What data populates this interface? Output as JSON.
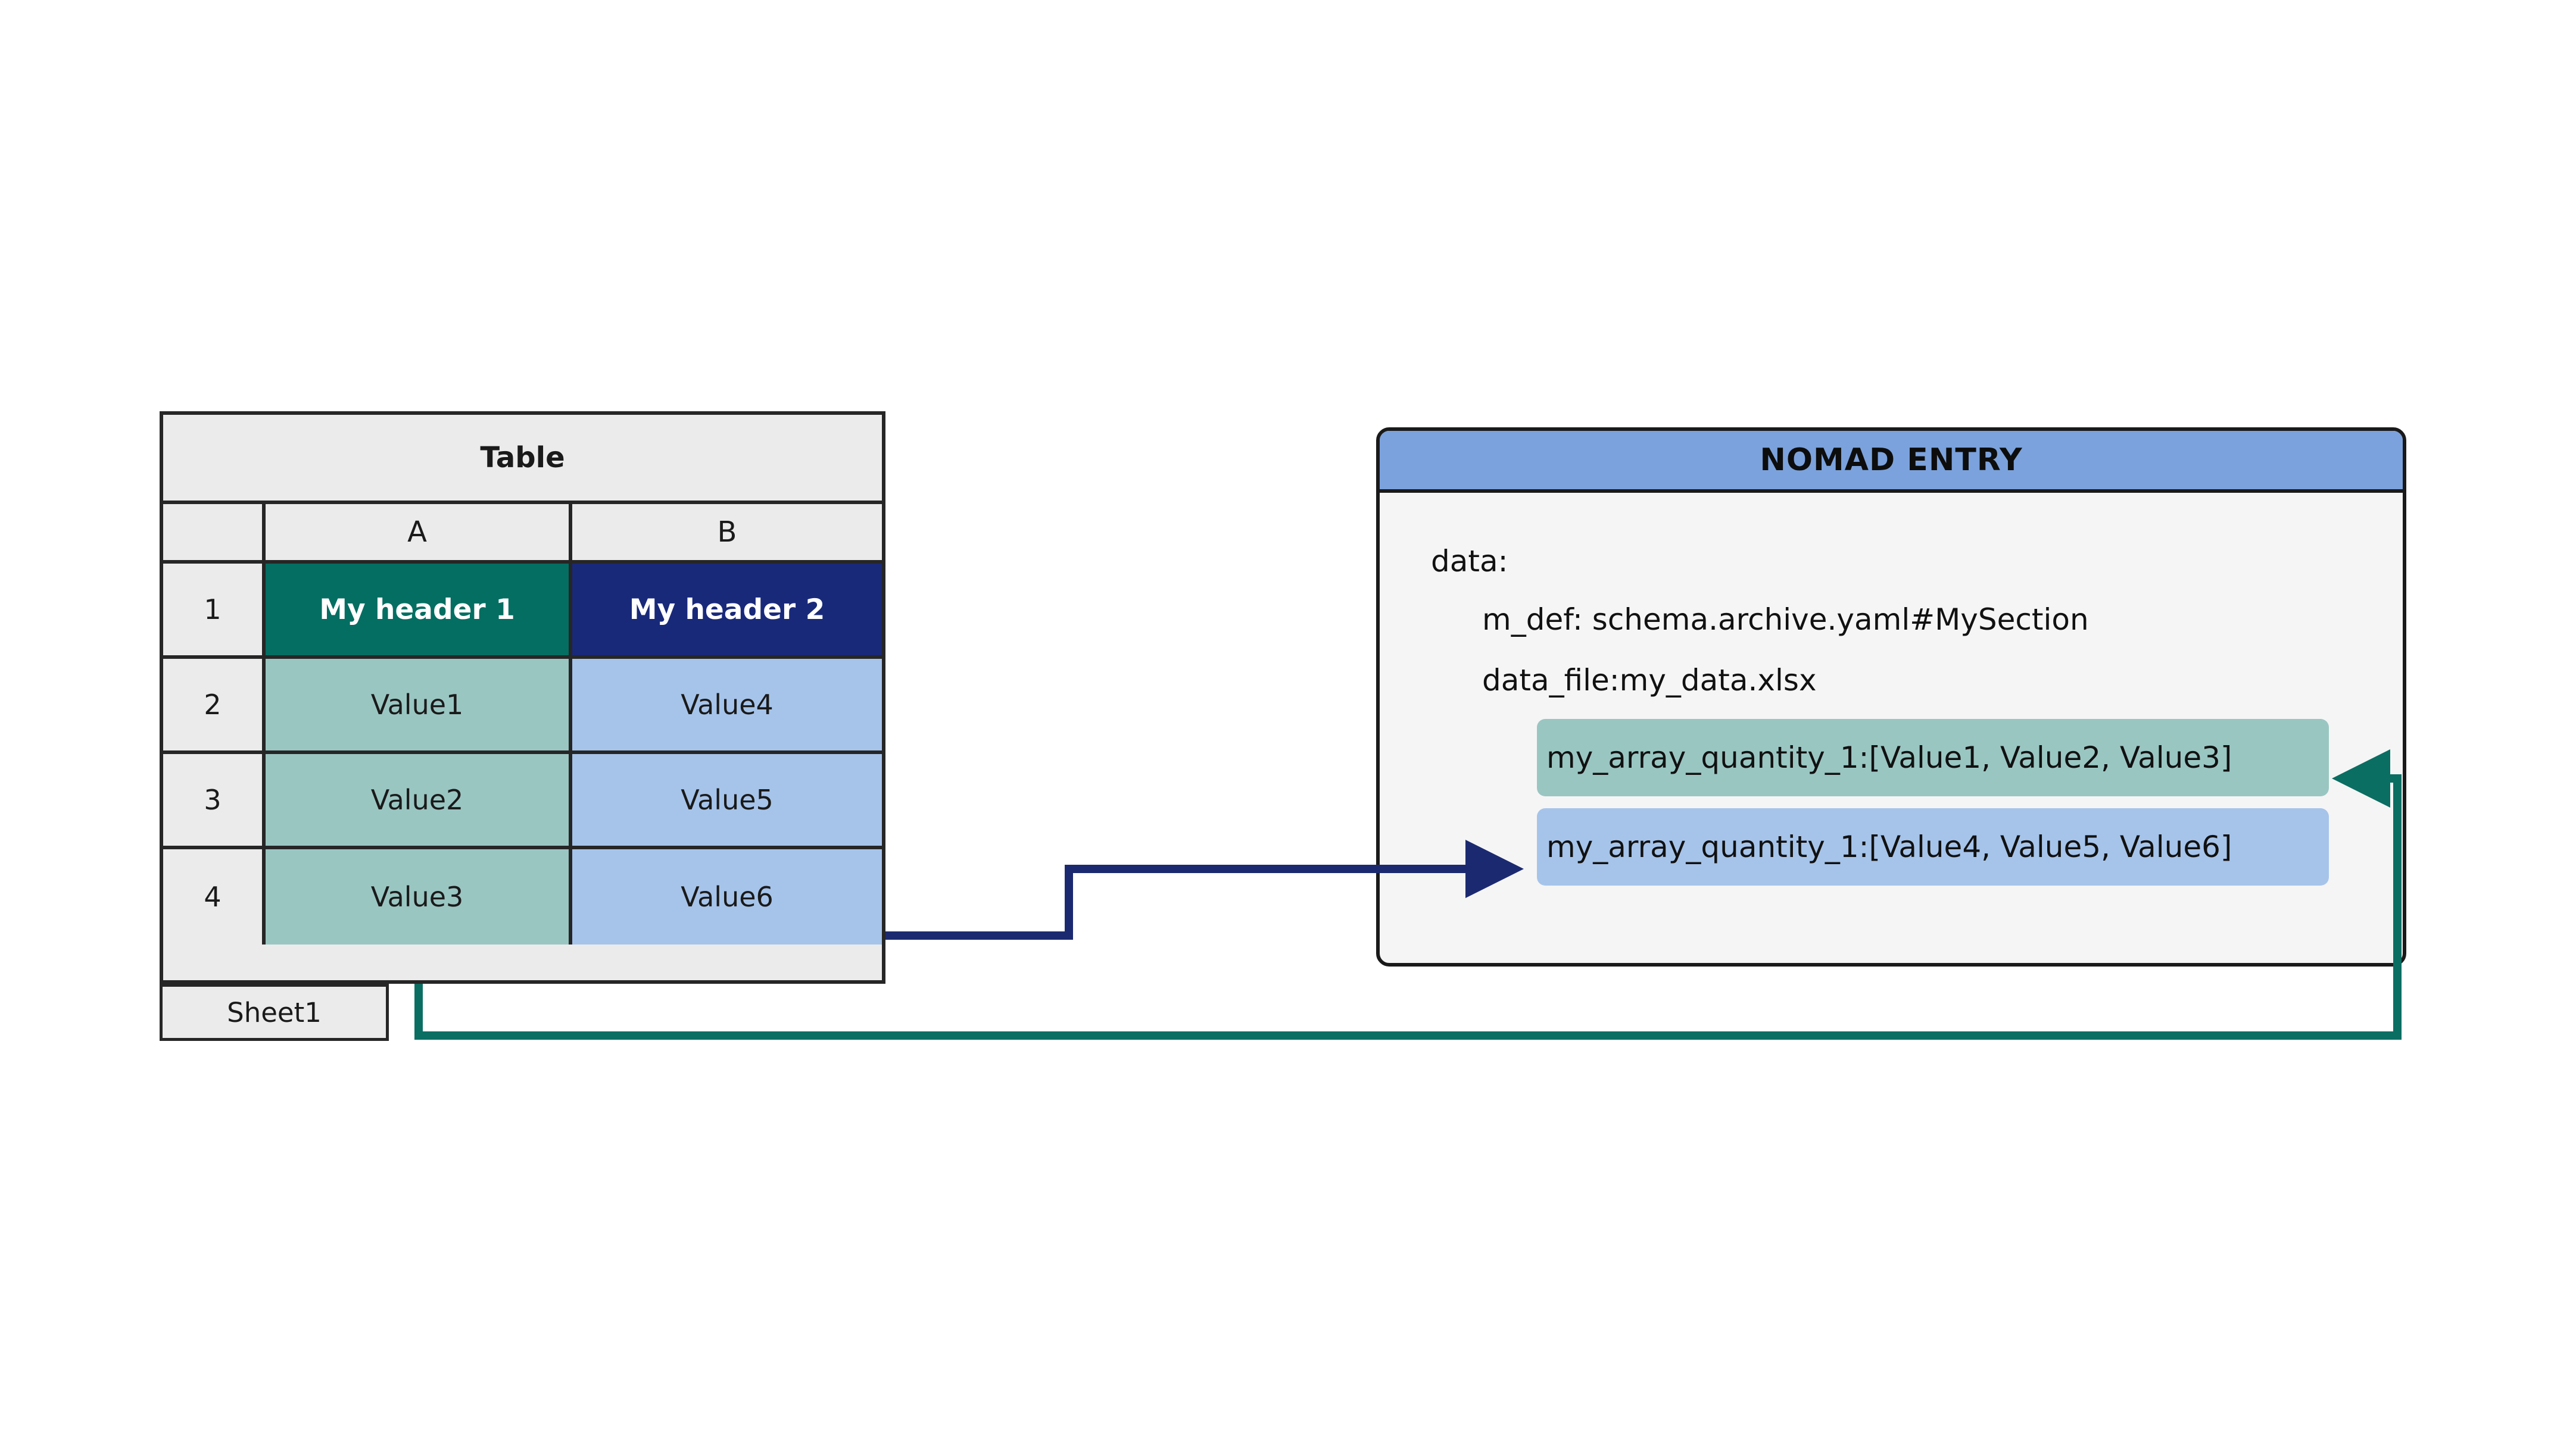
{
  "spreadsheet": {
    "title": "Table",
    "column_headers": [
      "",
      "A",
      "B"
    ],
    "row_numbers": [
      "1",
      "2",
      "3",
      "4"
    ],
    "rows": [
      {
        "row": "1",
        "a": "My header 1",
        "b": "My header 2"
      },
      {
        "row": "2",
        "a": "Value1",
        "b": "Value4"
      },
      {
        "row": "3",
        "a": "Value2",
        "b": "Value5"
      },
      {
        "row": "4",
        "a": "Value3",
        "b": "Value6"
      }
    ],
    "sheet_tab": "Sheet1"
  },
  "nomad": {
    "title": "NOMAD ENTRY",
    "yaml": {
      "root": "data:",
      "m_def": "m_def: schema.archive.yaml#MySection",
      "data_file": "data_file:my_data.xlsx"
    },
    "quantities": [
      {
        "text": "my_array_quantity_1:[Value1, Value2, Value3]",
        "color": "#9AC6C2"
      },
      {
        "text": "my_array_quantity_1:[Value4, Value5, Value6]",
        "color": "#A6C4EA"
      }
    ]
  },
  "colors": {
    "header_green": "#046E62",
    "header_navy": "#19297A",
    "cell_green": "#9AC6C2",
    "cell_blue": "#A6C4EA",
    "panel_header_blue": "#7BA2DC",
    "panel_body": "#f5f5f5",
    "grid_gray": "#ebebeb",
    "connector_navy": "#1B2A70",
    "connector_teal": "#0A6E63",
    "outline": "#262626"
  },
  "connectors": [
    {
      "name": "column-b-to-blue-quantity",
      "color": "#1B2A70",
      "from": "table column B",
      "to": "my_array_quantity_1:[Value4, Value5, Value6]"
    },
    {
      "name": "column-a-to-green-quantity",
      "color": "#0A6E63",
      "from": "table column A",
      "to": "my_array_quantity_1:[Value1, Value2, Value3]"
    }
  ]
}
